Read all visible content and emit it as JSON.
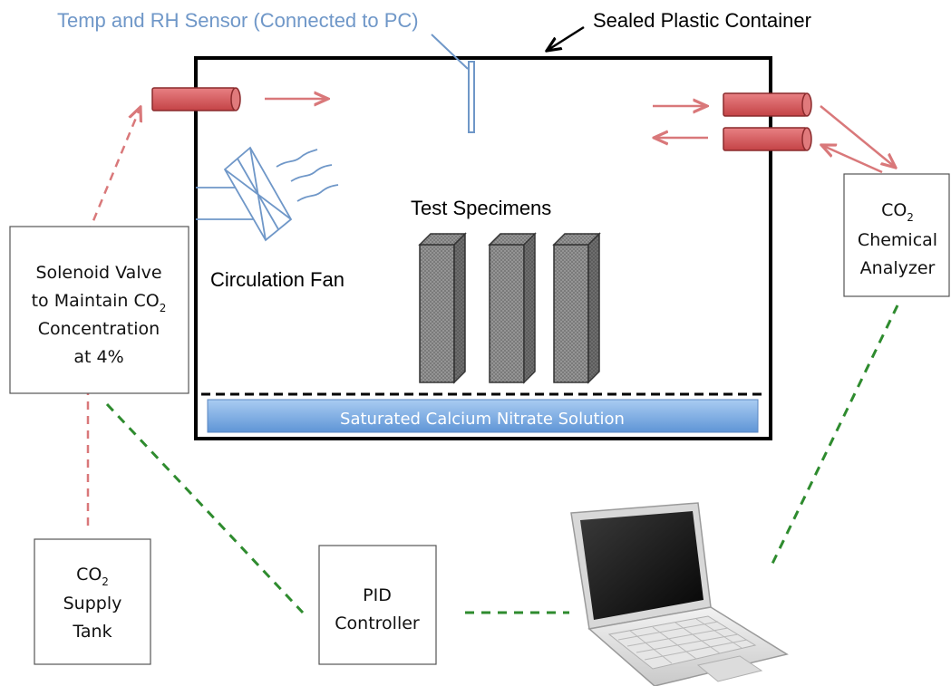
{
  "labels": {
    "sensor": "Temp and RH Sensor (Connected to PC)",
    "container": "Sealed Plastic Container",
    "test_specimens": "Test Specimens",
    "circulation_fan": "Circulation Fan",
    "solution": "Saturated Calcium Nitrate Solution"
  },
  "boxes": {
    "solenoid": {
      "line1": "Solenoid Valve",
      "line2_pre": "to Maintain CO",
      "line2_sub": "2",
      "line3": "Concentration",
      "line4": "at 4%"
    },
    "supply_tank": {
      "line1_pre": "CO",
      "line1_sub": "2",
      "line2": "Supply",
      "line3": "Tank"
    },
    "analyzer": {
      "line1_pre": "CO",
      "line1_sub": "2",
      "line2": "Chemical",
      "line3": "Analyzer"
    },
    "pid": {
      "line1": "PID",
      "line2": "Controller"
    }
  },
  "colors": {
    "pipe": "#d9595b",
    "arrow_red": "#d9787a",
    "link_green": "#2e8b2e",
    "sensor_blue": "#6f97c8",
    "solution_blue": "#7fb0e6"
  }
}
